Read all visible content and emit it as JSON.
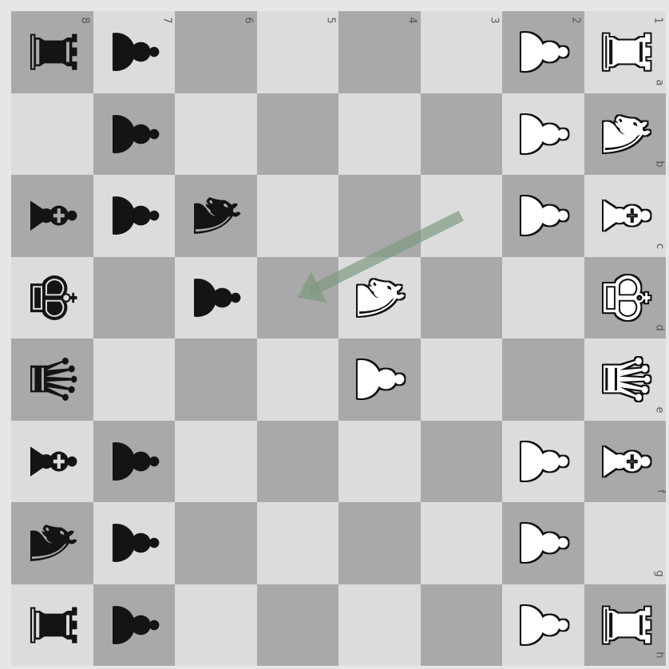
{
  "board": {
    "orientation": "rotated-90",
    "colors": {
      "light": "#dcdcdc",
      "dark": "#a9a9a9",
      "arrow": "#7f9a7f"
    },
    "rank_labels": [
      "8",
      "7",
      "6",
      "5",
      "4",
      "3",
      "2",
      "1"
    ],
    "file_labels": [
      "a",
      "b",
      "c",
      "d",
      "e",
      "f",
      "g",
      "h"
    ],
    "squares": [
      [
        "bR",
        "bP",
        "",
        "",
        "",
        "",
        "wP",
        "wR"
      ],
      [
        "",
        "bP",
        "",
        "",
        "",
        "",
        "wP",
        "wN"
      ],
      [
        "bB",
        "bP",
        "bN",
        "",
        "",
        "",
        "wP",
        "wB"
      ],
      [
        "bK",
        "",
        "bP",
        "",
        "wN",
        "",
        "",
        "wK"
      ],
      [
        "bQ",
        "",
        "",
        "",
        "wP",
        "",
        "",
        "wQ"
      ],
      [
        "bB",
        "bP",
        "",
        "",
        "",
        "",
        "wP",
        "wB"
      ],
      [
        "bN",
        "bP",
        "",
        "",
        "",
        "",
        "wP",
        ""
      ],
      [
        "bR",
        "bP",
        "",
        "",
        "",
        "",
        "wP",
        "wR"
      ]
    ],
    "last_move": {
      "from_square": "c3",
      "to_square": "d5"
    }
  }
}
